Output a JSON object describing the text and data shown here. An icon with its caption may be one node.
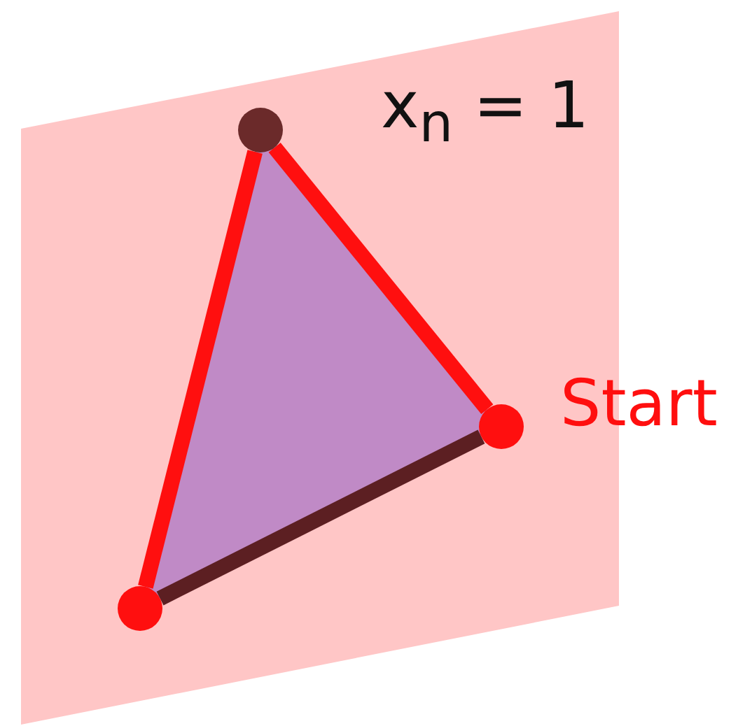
{
  "diagram": {
    "nodes": [
      {
        "text": [],
        "shape": "circle"
      },
      {
        "text": [],
        "shape": "circle",
        "beside": [
          "Start"
        ]
      },
      {
        "text": [],
        "shape": "circle"
      }
    ],
    "edges": [
      {
        "from": 2,
        "to": 0,
        "arrow": "none"
      },
      {
        "from": 0,
        "to": 1,
        "arrow": "none"
      },
      {
        "from": 1,
        "to": 2,
        "arrow": "none",
        "color": "#5c1f22"
      }
    ],
    "labels": [
      "x$_{n}$ = 1"
    ]
  }
}
